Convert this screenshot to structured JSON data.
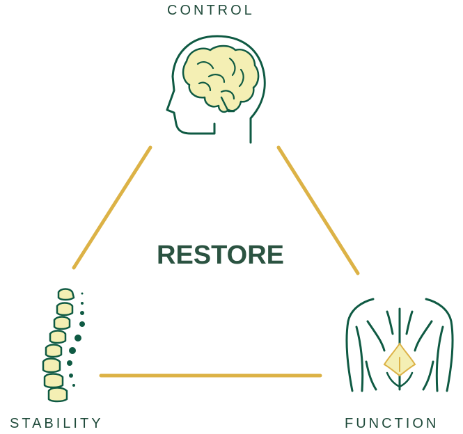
{
  "diagram": {
    "center_label": "RESTORE",
    "nodes": [
      {
        "id": "control",
        "label": "CONTROL",
        "icon": "head-brain-icon"
      },
      {
        "id": "stability",
        "label": "STABILITY",
        "icon": "spine-icon"
      },
      {
        "id": "function",
        "label": "FUNCTION",
        "icon": "back-muscles-icon"
      }
    ],
    "connector_color": "#dcb246",
    "line_color": "#0f5a43",
    "accent_fill": "#f4efb4"
  }
}
